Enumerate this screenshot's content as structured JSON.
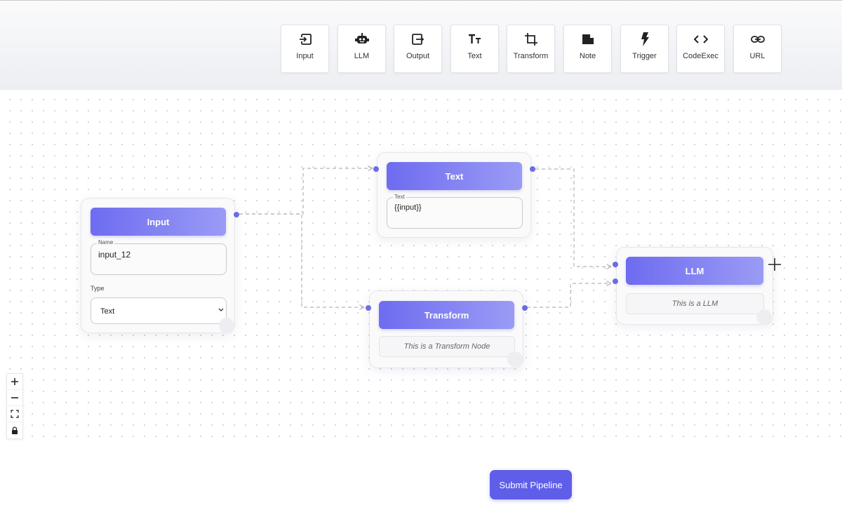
{
  "toolbar": {
    "items": [
      {
        "label": "Input",
        "icon": "login-icon"
      },
      {
        "label": "LLM",
        "icon": "robot-icon"
      },
      {
        "label": "Output",
        "icon": "logout-icon"
      },
      {
        "label": "Text",
        "icon": "text-format-icon"
      },
      {
        "label": "Transform",
        "icon": "crop-icon"
      },
      {
        "label": "Note",
        "icon": "note-icon"
      },
      {
        "label": "Trigger",
        "icon": "bolt-icon"
      },
      {
        "label": "CodeExec",
        "icon": "code-icon"
      },
      {
        "label": "URL",
        "icon": "link-icon"
      }
    ]
  },
  "nodes": {
    "input": {
      "title": "Input",
      "name_label": "Name",
      "name_value": "input_12",
      "type_label": "Type",
      "type_value": "Text"
    },
    "text": {
      "title": "Text",
      "text_label": "Text",
      "text_value": "{{input}}"
    },
    "transform": {
      "title": "Transform",
      "description": "This is a Transform Node"
    },
    "llm": {
      "title": "LLM",
      "description": "This is a LLM"
    }
  },
  "submit": {
    "label": "Submit Pipeline"
  },
  "colors": {
    "accent": "#6e6cf0",
    "handle": "#6c6ce6",
    "edge": "#b5b5bd"
  }
}
